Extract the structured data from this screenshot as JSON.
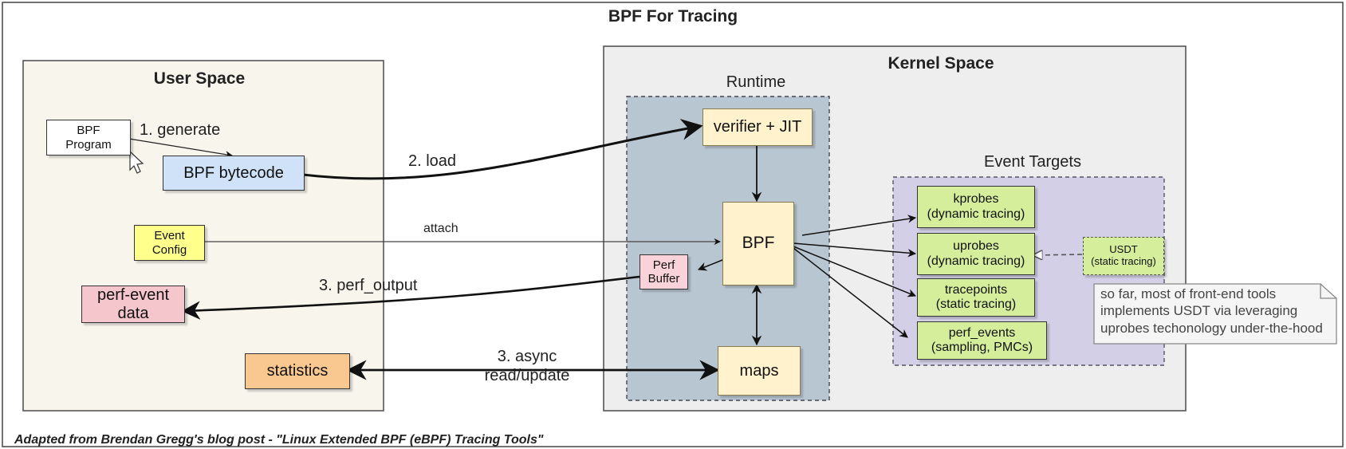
{
  "title": "BPF For Tracing",
  "footer": "Adapted from Brendan Gregg's  blog post - \"Linux Extended BPF (eBPF) Tracing Tools\"",
  "user_space": {
    "title": "User Space",
    "bpf_program": [
      "BPF",
      "Program"
    ],
    "bpf_bytecode": "BPF bytecode",
    "event_config": [
      "Event",
      "Config"
    ],
    "perf_event_data": [
      "perf-event",
      "data"
    ],
    "statistics": "statistics"
  },
  "kernel_space": {
    "title": "Kernel Space",
    "runtime": {
      "title": "Runtime",
      "verifier": "verifier + JIT",
      "bpf": "BPF",
      "perf_buffer": [
        "Perf",
        "Buffer"
      ],
      "maps": "maps"
    },
    "event_targets": {
      "title": "Event Targets",
      "kprobes": [
        "kprobes",
        "(dynamic tracing)"
      ],
      "uprobes": [
        "uprobes",
        "(dynamic tracing)"
      ],
      "tracepoints": [
        "tracepoints",
        "(static tracing)"
      ],
      "perf_events": [
        "perf_events",
        "(sampling, PMCs)"
      ],
      "usdt": [
        "USDT",
        "(static tracing)"
      ]
    },
    "note": [
      "so far, most of front-end tools",
      "implements USDT via leveraging",
      "uprobes techonology under-the-hood"
    ]
  },
  "edges": {
    "generate": "1. generate",
    "load": "2. load",
    "attach": "attach",
    "perf_output": "3. perf_output",
    "async": [
      "3. async",
      "read/update"
    ]
  },
  "colors": {
    "user_space_bg": "#f7f5ec",
    "kernel_space_bg": "#eeeeee",
    "runtime_bg": "#b8c6d1",
    "event_targets_bg": "#d3cfe6",
    "bytecode": "#cfe2f7",
    "event_config": "#ffff8c",
    "perf_event_data": "#f5c6cb",
    "statistics": "#f9c790",
    "runtime_box": "#fff2cc",
    "perf_buffer": "#fad3da",
    "event_target_box": "#d4ee9c"
  }
}
